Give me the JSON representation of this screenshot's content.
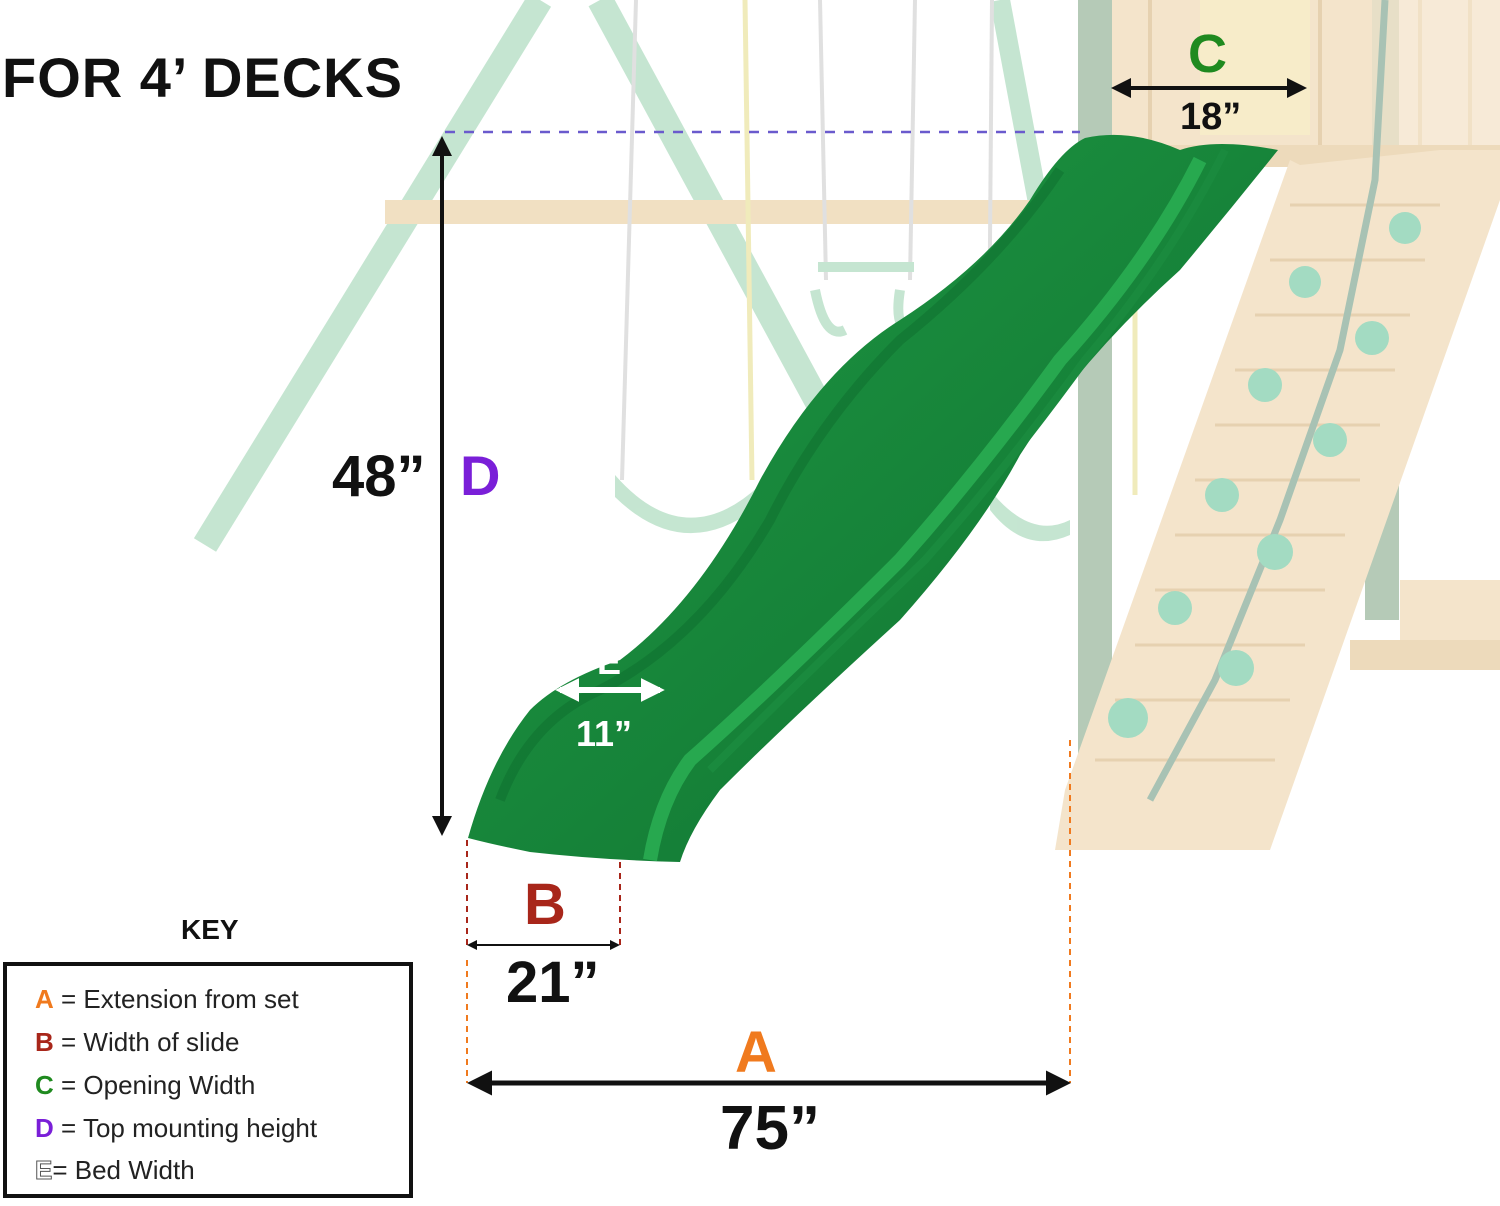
{
  "title": "FOR 4’ DECKS",
  "colors": {
    "A": "#f07a1e",
    "B": "#a8261a",
    "C": "#1f8a1f",
    "D": "#7a1fd8",
    "E": "#ffffff",
    "slide": "#16823a",
    "guide": "#6a5acd",
    "wood": "#e7c58e",
    "frame": "#9fcfb0"
  },
  "dimensions": {
    "A": {
      "letter": "A",
      "value": "75”"
    },
    "B": {
      "letter": "B",
      "value": "21”"
    },
    "C": {
      "letter": "C",
      "value": "18”"
    },
    "D": {
      "letter": "D",
      "value": "48”"
    },
    "E": {
      "letter": "E",
      "value": "11”"
    }
  },
  "key": {
    "heading": "KEY",
    "items": [
      {
        "letter": "A",
        "text": " = Extension from set"
      },
      {
        "letter": "B",
        "text": " = Width of slide"
      },
      {
        "letter": "C",
        "text": " = Opening Width"
      },
      {
        "letter": "D",
        "text": " = Top mounting height"
      },
      {
        "letter": "E",
        "text": "= Bed Width"
      }
    ]
  }
}
